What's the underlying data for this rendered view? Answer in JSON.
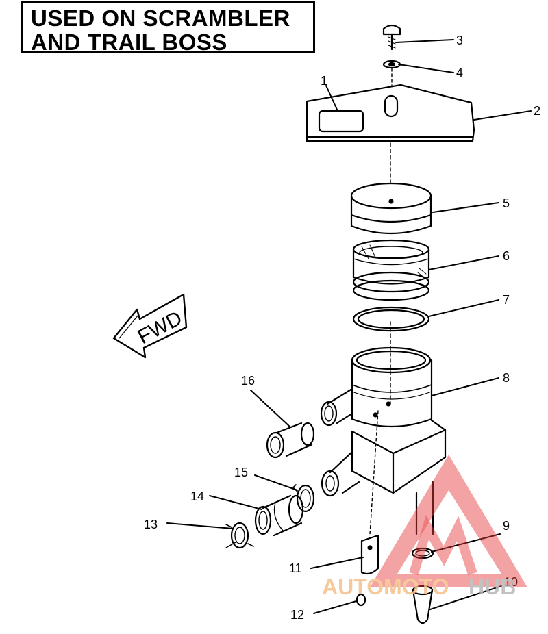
{
  "title": {
    "line1": "USED ON SCRAMBLER",
    "line2": "AND TRAIL BOSS"
  },
  "direction_label": "FWD",
  "callouts": {
    "c1": "1",
    "c2": "2",
    "c3": "3",
    "c4": "4",
    "c5": "5",
    "c6": "6",
    "c7": "7",
    "c8": "8",
    "c9": "9",
    "c10": "10",
    "c11": "11",
    "c12": "12",
    "c13": "13",
    "c14": "14",
    "c15": "15",
    "c16": "16"
  },
  "watermark": {
    "part1": "AUTOMOTO",
    "part2": "HUB",
    "color_triangle": "#e63a3a",
    "color_part1": "#f5c08a",
    "color_part2": "#b8b8b8"
  }
}
